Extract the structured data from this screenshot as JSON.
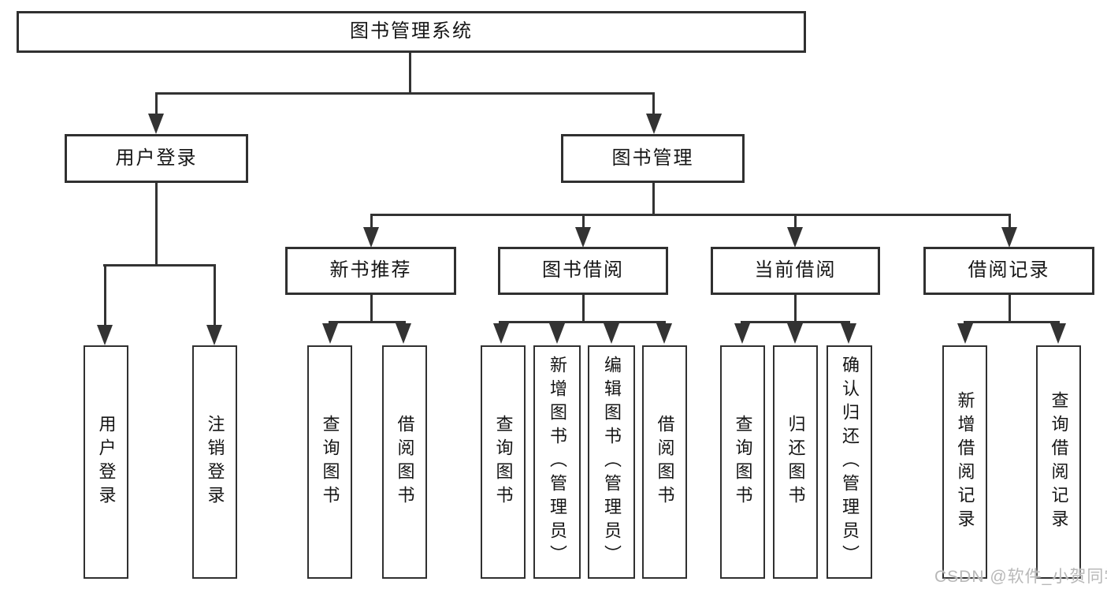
{
  "diagram": {
    "root": {
      "label": "图书管理系统"
    },
    "branches": [
      {
        "label": "用户登录",
        "children": [
          {
            "label": "用户登录"
          },
          {
            "label": "注销登录"
          }
        ]
      },
      {
        "label": "图书管理",
        "children": [
          {
            "label": "新书推荐",
            "children": [
              {
                "label": "查询图书"
              },
              {
                "label": "借阅图书"
              }
            ]
          },
          {
            "label": "图书借阅",
            "children": [
              {
                "label": "查询图书"
              },
              {
                "label": "新增图书（管理员）"
              },
              {
                "label": "编辑图书（管理员）"
              },
              {
                "label": "借阅图书"
              }
            ]
          },
          {
            "label": "当前借阅",
            "children": [
              {
                "label": "查询图书"
              },
              {
                "label": "归还图书"
              },
              {
                "label": "确认归还（管理员）"
              }
            ]
          },
          {
            "label": "借阅记录",
            "children": [
              {
                "label": "新增借阅记录"
              },
              {
                "label": "查询借阅记录"
              }
            ]
          }
        ]
      }
    ]
  },
  "watermark": {
    "text": "CSDN @软件_小贺同学"
  },
  "colors": {
    "line": "#333333",
    "box_border": "#303030",
    "text": "#151515",
    "watermark": "#b8b8b8",
    "background": "#ffffff"
  }
}
